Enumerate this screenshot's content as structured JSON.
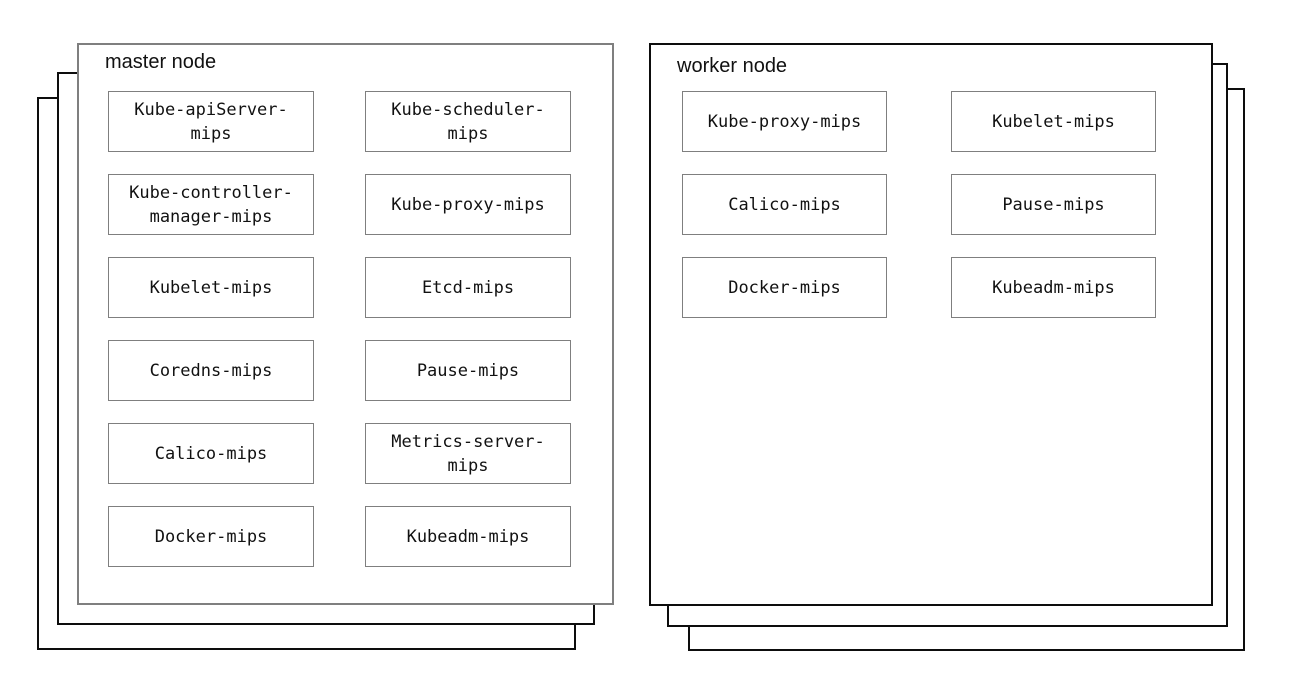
{
  "diagram": {
    "background_color": "#ffffff",
    "colors": {
      "master_box_outline": "#7f7f7f",
      "worker_box_outline": "#0d0d0d",
      "stack_layer_outline": "#0d0d0d",
      "component_box_outline": "#7f7f7f",
      "text_color": "#111111"
    },
    "master": {
      "title": "master node",
      "stacked_layers": 3,
      "components": [
        {
          "label": "Kube-apiServer-mips"
        },
        {
          "label": "Kube-scheduler-mips"
        },
        {
          "label": "Kube-controller-manager-mips"
        },
        {
          "label": "Kube-proxy-mips"
        },
        {
          "label": "Kubelet-mips"
        },
        {
          "label": "Etcd-mips"
        },
        {
          "label": "Coredns-mips"
        },
        {
          "label": "Pause-mips"
        },
        {
          "label": "Calico-mips"
        },
        {
          "label": "Metrics-server-mips"
        },
        {
          "label": "Docker-mips"
        },
        {
          "label": "Kubeadm-mips"
        }
      ]
    },
    "worker": {
      "title": "worker node",
      "stacked_layers": 3,
      "components": [
        {
          "label": "Kube-proxy-mips"
        },
        {
          "label": "Kubelet-mips"
        },
        {
          "label": "Calico-mips"
        },
        {
          "label": "Pause-mips"
        },
        {
          "label": "Docker-mips"
        },
        {
          "label": "Kubeadm-mips"
        }
      ]
    }
  }
}
